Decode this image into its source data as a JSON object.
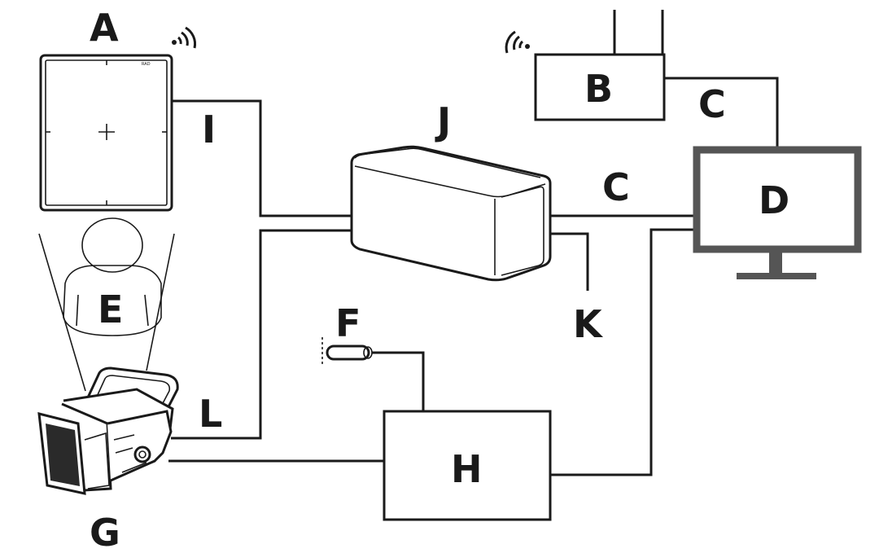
{
  "labels": {
    "a": "A",
    "b": "B",
    "c1": "C",
    "c2": "C",
    "d": "D",
    "e": "E",
    "f": "F",
    "g": "G",
    "h": "H",
    "i": "I",
    "j": "J",
    "k": "K",
    "l": "L"
  },
  "detector_badge": "RAD",
  "colors": {
    "line": "#1a1a1a",
    "monitor": "#555555",
    "background": "#ffffff"
  }
}
